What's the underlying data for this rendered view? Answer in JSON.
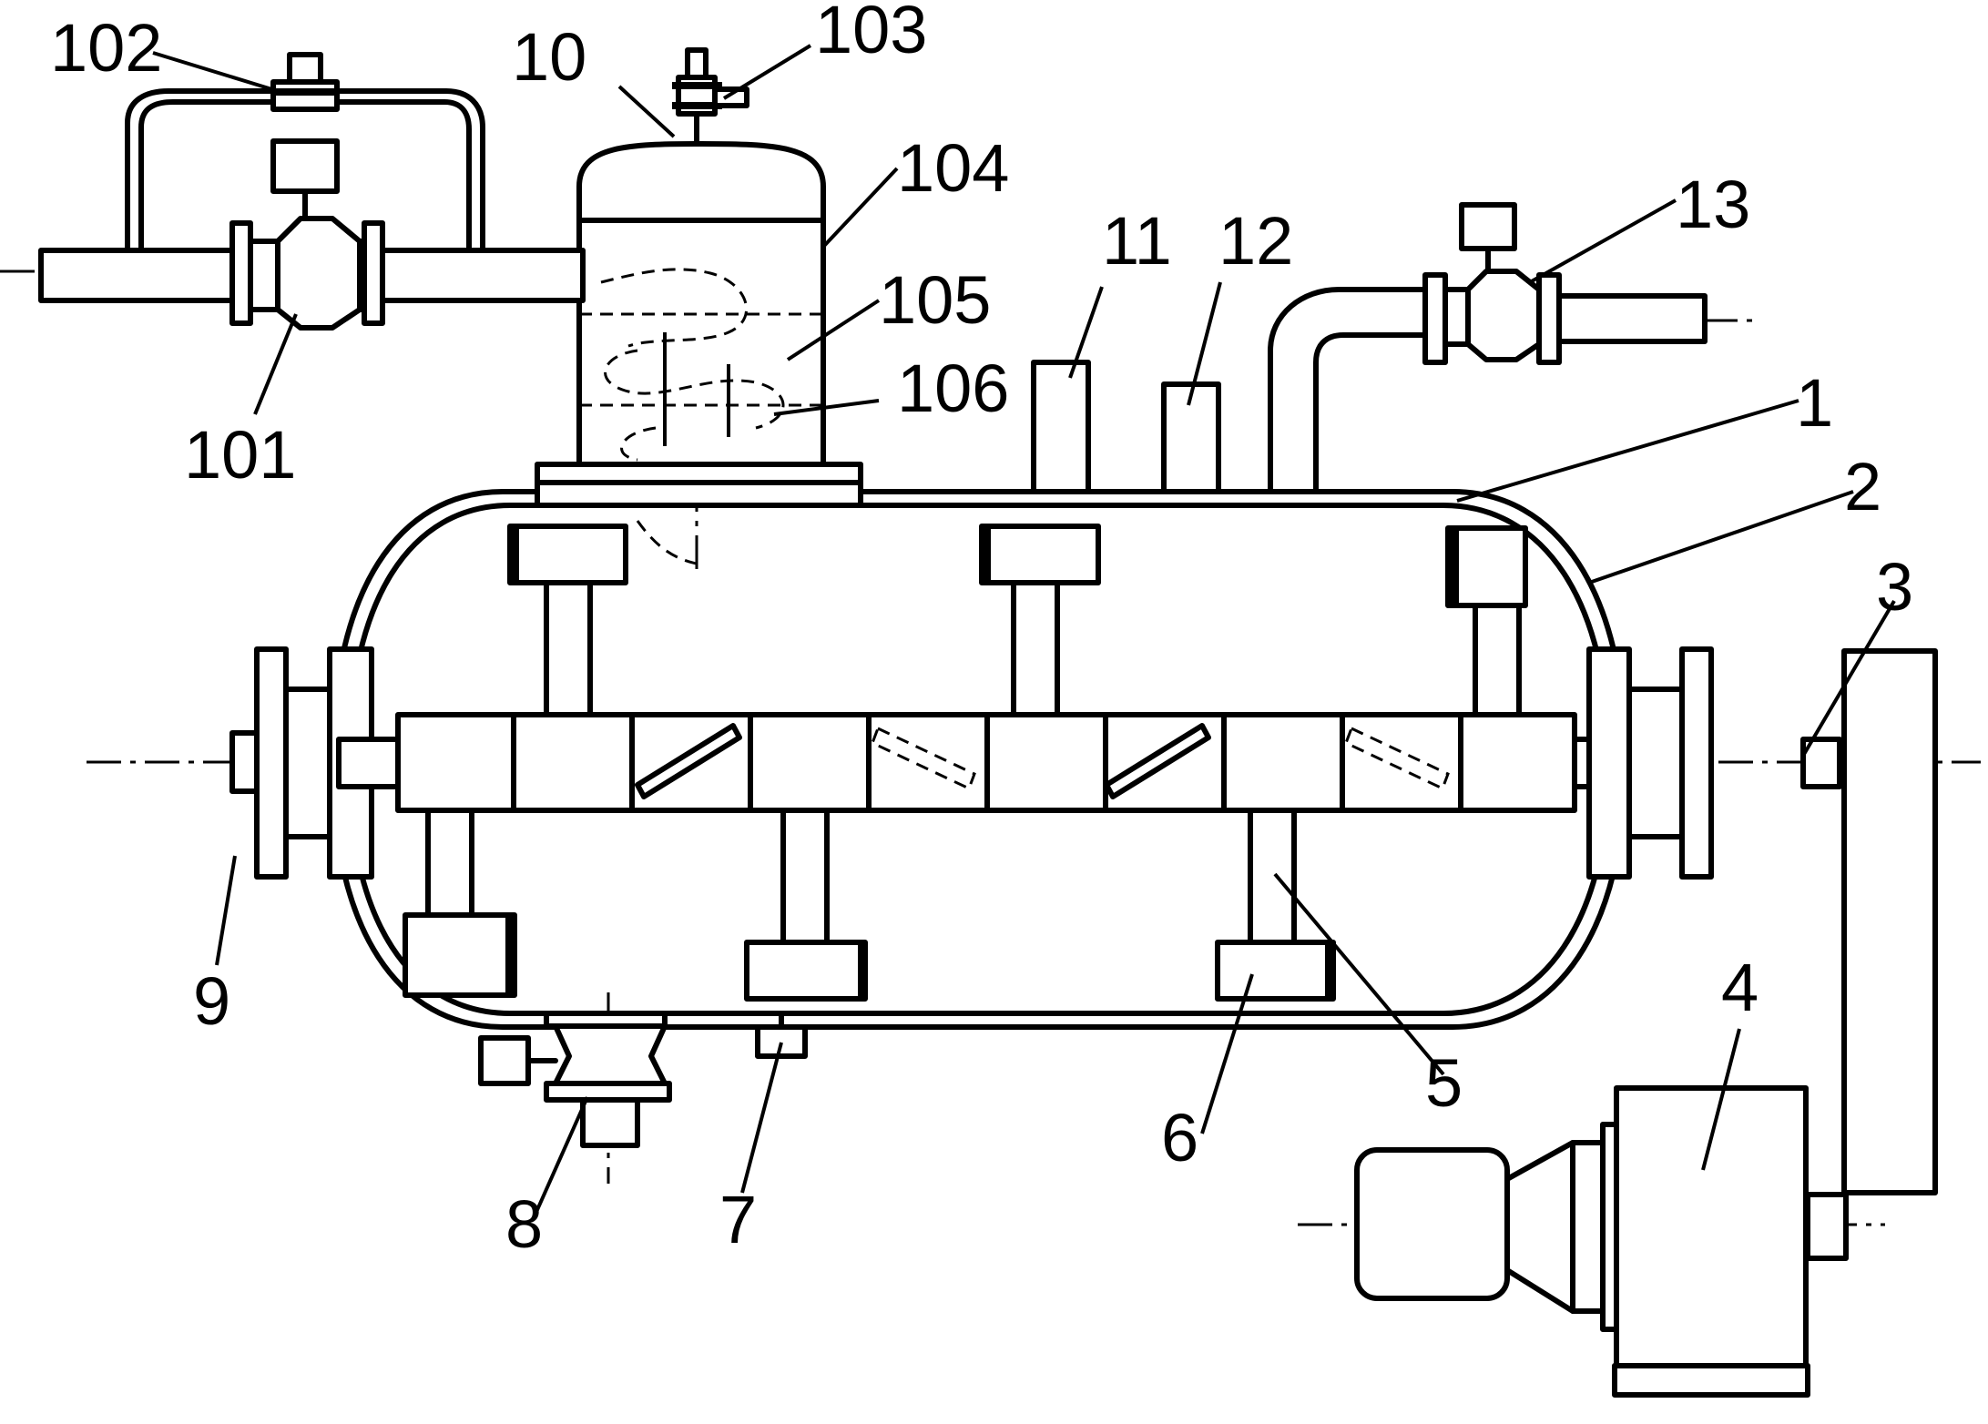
{
  "labels": {
    "l1": "1",
    "l2": "2",
    "l3": "3",
    "l4": "4",
    "l5": "5",
    "l6": "6",
    "l7": "7",
    "l8": "8",
    "l9": "9",
    "l10": "10",
    "l11": "11",
    "l12": "12",
    "l13": "13",
    "l101": "101",
    "l102": "102",
    "l103": "103",
    "l104": "104",
    "l105": "105",
    "l106": "106"
  }
}
